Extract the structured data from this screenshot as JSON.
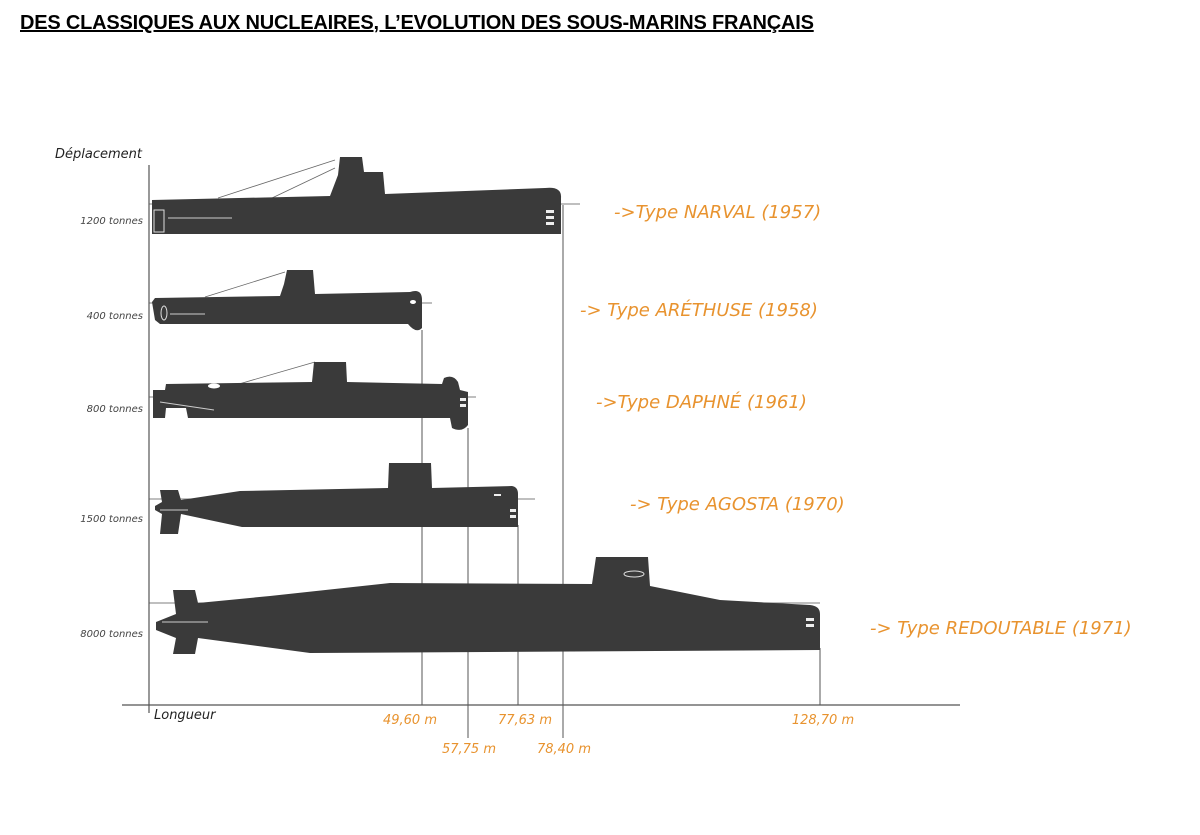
{
  "title": "DES CLASSIQUES AUX NUCLEAIRES, L’EVOLUTION DES SOUS-MARINS FRANÇAIS",
  "y_axis_label": "Déplacement",
  "x_axis_label": "Longueur",
  "colors": {
    "accent": "#e8932f",
    "hull": "#3a3a3a",
    "axis": "#555555"
  },
  "submarines": [
    {
      "name": "->Type NARVAL (1957)",
      "displacement": "1200 tonnes",
      "length_m": 78.4
    },
    {
      "name": "-> Type ARÉTHUSE (1958)",
      "displacement": "400 tonnes",
      "length_m": 49.6
    },
    {
      "name": "->Type DAPHNÉ (1961)",
      "displacement": "800 tonnes",
      "length_m": 57.75
    },
    {
      "name": "-> Type AGOSTA (1970)",
      "displacement": "1500 tonnes",
      "length_m": 77.63
    },
    {
      "name": "-> Type REDOUTABLE (1971)",
      "displacement": "8000 tonnes",
      "length_m": 128.7
    }
  ],
  "length_ticks": [
    "49,60 m",
    "57,75 m",
    "77,63 m",
    "78,40 m",
    "128,70 m"
  ]
}
